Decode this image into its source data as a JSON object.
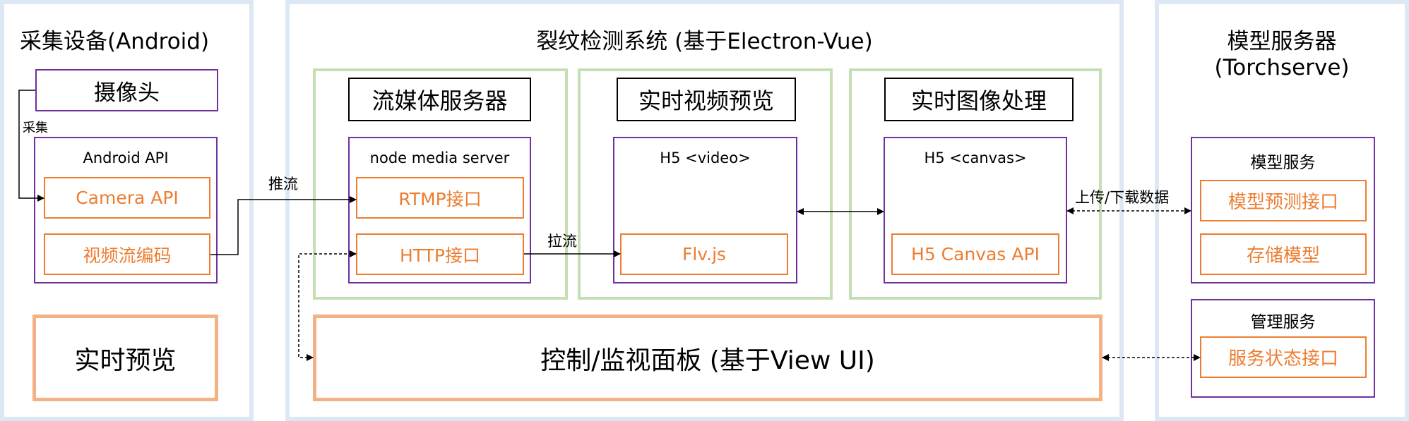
{
  "colors": {
    "region_border": "#dde8f5",
    "container_border": "#c5dfb3",
    "component_border": "#7030a0",
    "module_border": "#ed7d31",
    "module_text": "#ed7d31",
    "panel_border": "#f4b183",
    "line": "#000000"
  },
  "regions": {
    "device": {
      "title": "采集设备(Android)"
    },
    "system": {
      "title": "裂纹检测系统 (基于Electron-Vue)"
    },
    "model": {
      "title_line1": "模型服务器",
      "title_line2": "(Torchserve)"
    }
  },
  "device": {
    "camera": "摄像头",
    "capture_label": "采集",
    "android_api": "Android API",
    "camera_api": "Camera API",
    "video_encoding": "视频流编码",
    "live_preview": "实时预览"
  },
  "streaming": {
    "title": "流媒体服务器",
    "component": "node media server",
    "rtmp": "RTMP接口",
    "http": "HTTP接口"
  },
  "video_preview": {
    "title": "实时视频预览",
    "component": "H5 <video>",
    "flvjs": "Flv.js"
  },
  "image_processing": {
    "title": "实时图像处理",
    "component": "H5 <canvas>",
    "canvas_api": "H5 Canvas API"
  },
  "control_panel": {
    "label": "控制/监视面板 (基于View UI)"
  },
  "model_server": {
    "model_service": "模型服务",
    "predict_api": "模型预测接口",
    "store_model": "存储模型",
    "admin_service": "管理服务",
    "status_api": "服务状态接口"
  },
  "edges": {
    "push_stream": "推流",
    "pull_stream": "拉流",
    "upload_download": "上传/下载数据"
  }
}
